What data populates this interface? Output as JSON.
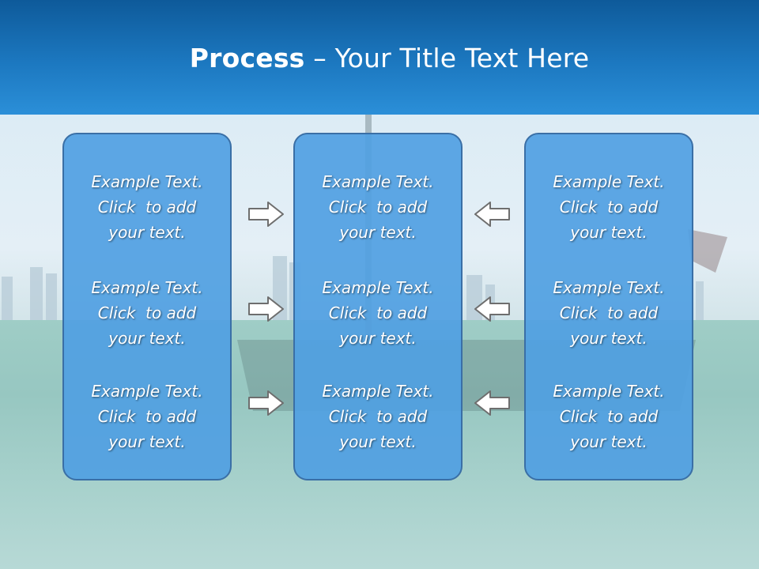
{
  "title": {
    "bold": "Process",
    "rest": " – Your Title Text Here"
  },
  "columns": [
    {
      "items": [
        {
          "line1": "Example Text.",
          "line2": "Click  to add",
          "line3": "your text."
        },
        {
          "line1": "Example Text.",
          "line2": "Click  to add",
          "line3": "your text."
        },
        {
          "line1": "Example Text.",
          "line2": "Click  to add",
          "line3": "your text."
        }
      ]
    },
    {
      "items": [
        {
          "line1": "Example Text.",
          "line2": "Click  to add",
          "line3": "your text."
        },
        {
          "line1": "Example Text.",
          "line2": "Click  to add",
          "line3": "your text."
        },
        {
          "line1": "Example Text.",
          "line2": "Click  to add",
          "line3": "your text."
        }
      ]
    },
    {
      "items": [
        {
          "line1": "Example Text.",
          "line2": "Click  to add",
          "line3": "your text."
        },
        {
          "line1": "Example Text.",
          "line2": "Click  to add",
          "line3": "your text."
        },
        {
          "line1": "Example Text.",
          "line2": "Click  to add",
          "line3": "your text."
        }
      ]
    }
  ],
  "arrows": {
    "left_group": "arrow-right-icon",
    "right_group": "arrow-left-icon"
  },
  "colors": {
    "header": "#1c78c0",
    "box_fill": "#50a0e2",
    "box_border": "#3a6fa6",
    "arrow_stroke": "#6e6e6e"
  }
}
